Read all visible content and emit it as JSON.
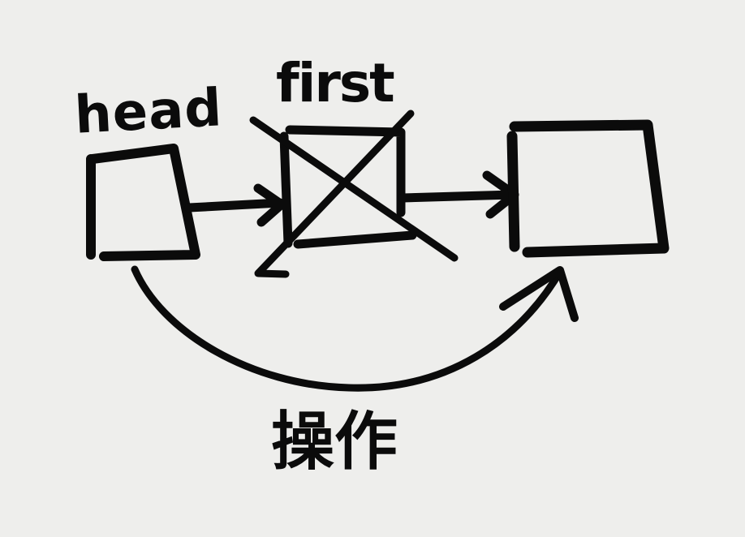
{
  "diagram": {
    "nodes": [
      {
        "id": "head",
        "label": "head"
      },
      {
        "id": "first",
        "label": "first",
        "deleted": true
      },
      {
        "id": "next",
        "label": ""
      }
    ],
    "edges": [
      {
        "from": "head",
        "to": "first",
        "style": "straight"
      },
      {
        "from": "first",
        "to": "next",
        "style": "straight"
      },
      {
        "from": "head",
        "to": "next",
        "style": "curved",
        "label": "操作"
      }
    ],
    "operation_label": "操作"
  },
  "colors": {
    "ink": "#0b0b0b",
    "paper": "#eeeeec"
  }
}
